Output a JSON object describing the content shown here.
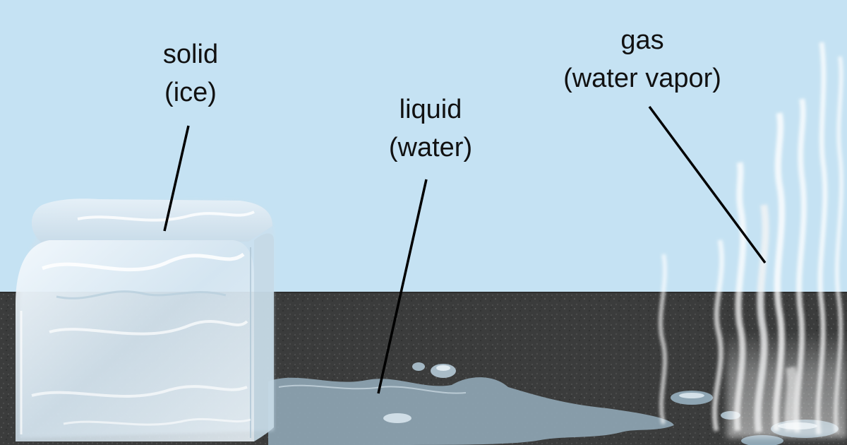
{
  "labels": {
    "solid": {
      "line1": "solid",
      "line2": "(ice)"
    },
    "liquid": {
      "line1": "liquid",
      "line2": "(water)"
    },
    "gas": {
      "line1": "gas",
      "line2": "(water vapor)"
    }
  },
  "colors": {
    "sky": "#c5e2f3",
    "ground": "#3a3b3b",
    "ice": "#e6f1f8",
    "water": "#8fa6b4",
    "vapor": "#f2f4f5",
    "leader_line": "#000000"
  }
}
